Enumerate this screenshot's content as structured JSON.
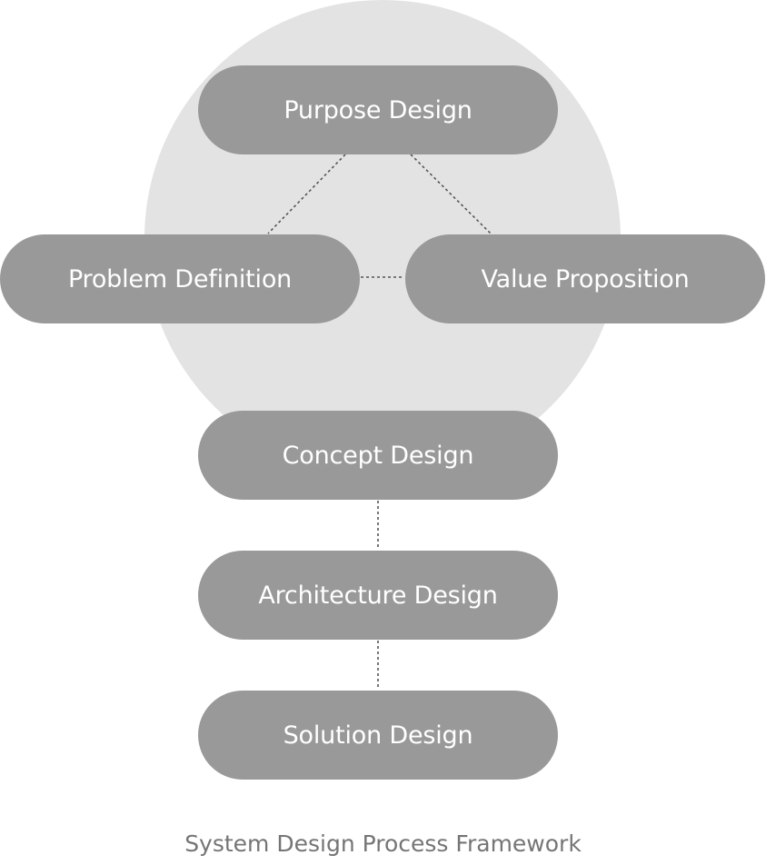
{
  "diagram": {
    "nodes": {
      "purpose": "Purpose Design",
      "problem": "Problem Definition",
      "value": "Value Proposition",
      "concept": "Concept Design",
      "architecture": "Architecture Design",
      "solution": "Solution Design"
    },
    "caption": "System Design Process Framework",
    "connections": [
      {
        "from": "Purpose Design",
        "to": "Problem Definition",
        "style": "dotted"
      },
      {
        "from": "Purpose Design",
        "to": "Value Proposition",
        "style": "dotted"
      },
      {
        "from": "Problem Definition",
        "to": "Value Proposition",
        "style": "dotted"
      },
      {
        "from": "Concept Design",
        "to": "Architecture Design",
        "style": "dotted"
      },
      {
        "from": "Architecture Design",
        "to": "Solution Design",
        "style": "dotted"
      }
    ],
    "colors": {
      "node_fill": "#999999",
      "node_text": "#ffffff",
      "circle_fill": "#e3e3e3",
      "connector": "#555555",
      "caption_text": "#757575"
    }
  }
}
